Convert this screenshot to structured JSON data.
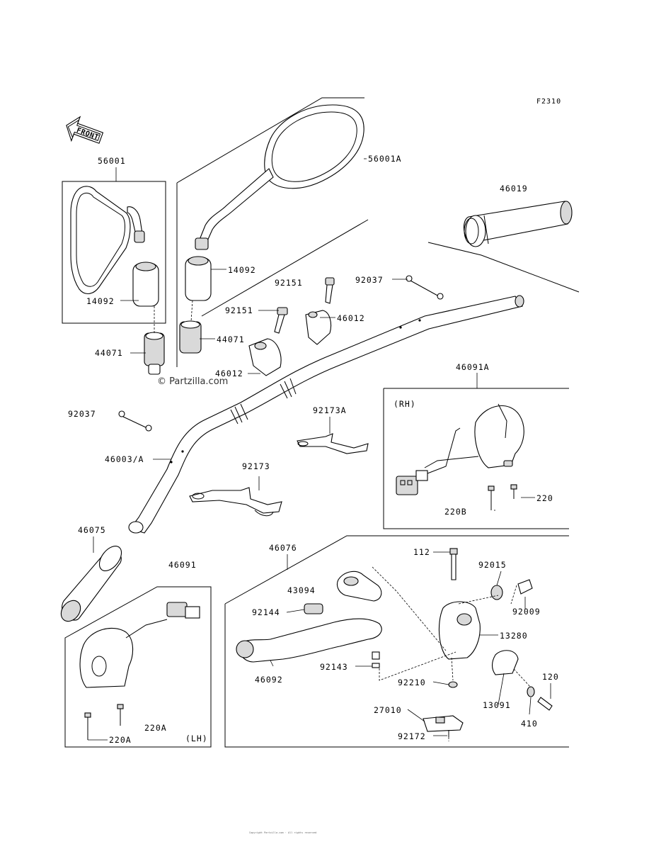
{
  "figure_code": "F2310",
  "direction_label": "FRONT",
  "watermark": "© Partzilla.com",
  "side_labels": {
    "rh": "(RH)",
    "lh": "(LH)"
  },
  "parts": [
    {
      "id": "p56001",
      "number": "56001"
    },
    {
      "id": "p56001a",
      "number": "56001A"
    },
    {
      "id": "p46019",
      "number": "46019"
    },
    {
      "id": "p14092l",
      "number": "14092"
    },
    {
      "id": "p14092r",
      "number": "14092"
    },
    {
      "id": "p92151a",
      "number": "92151"
    },
    {
      "id": "p92151b",
      "number": "92151"
    },
    {
      "id": "p92037r",
      "number": "92037"
    },
    {
      "id": "p46012r",
      "number": "46012"
    },
    {
      "id": "p44071r",
      "number": "44071"
    },
    {
      "id": "p44071l",
      "number": "44071"
    },
    {
      "id": "p46012l",
      "number": "46012"
    },
    {
      "id": "p46091a",
      "number": "46091A"
    },
    {
      "id": "p92037l",
      "number": "92037"
    },
    {
      "id": "p92173a",
      "number": "92173A"
    },
    {
      "id": "p46003",
      "number": "46003/A"
    },
    {
      "id": "p92173",
      "number": "92173"
    },
    {
      "id": "p220",
      "number": "220"
    },
    {
      "id": "p220b",
      "number": "220B"
    },
    {
      "id": "p46075",
      "number": "46075"
    },
    {
      "id": "p46076",
      "number": "46076"
    },
    {
      "id": "p46091",
      "number": "46091"
    },
    {
      "id": "p112",
      "number": "112"
    },
    {
      "id": "p92015",
      "number": "92015"
    },
    {
      "id": "p43094",
      "number": "43094"
    },
    {
      "id": "p92144",
      "number": "92144"
    },
    {
      "id": "p92009",
      "number": "92009"
    },
    {
      "id": "p13280",
      "number": "13280"
    },
    {
      "id": "p46092",
      "number": "46092"
    },
    {
      "id": "p92143",
      "number": "92143"
    },
    {
      "id": "p92210",
      "number": "92210"
    },
    {
      "id": "p120",
      "number": "120"
    },
    {
      "id": "p13091",
      "number": "13091"
    },
    {
      "id": "p27010",
      "number": "27010"
    },
    {
      "id": "p410",
      "number": "410"
    },
    {
      "id": "p220a1",
      "number": "220A"
    },
    {
      "id": "p220a2",
      "number": "220A"
    },
    {
      "id": "p92172",
      "number": "92172"
    }
  ],
  "footer": "Copyright Partzilla.com  ·  All rights reserved"
}
